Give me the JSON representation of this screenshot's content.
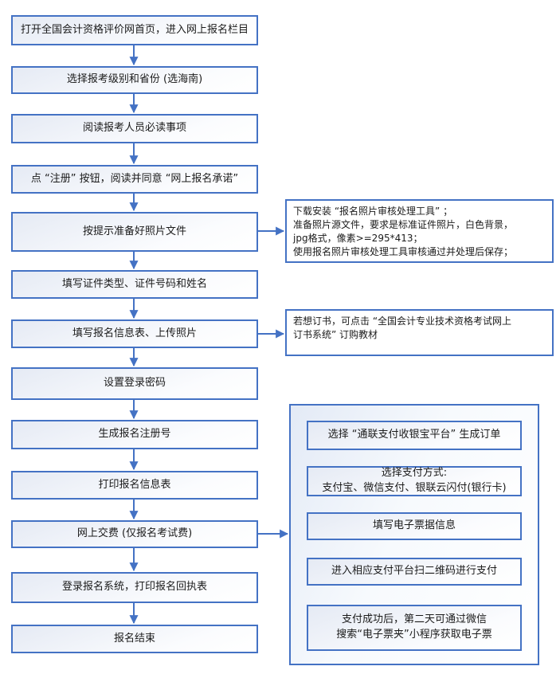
{
  "diagram": {
    "main_flow": [
      "打开全国会计资格评价网首页，进入网上报名栏目",
      "选择报考级别和省份 (选海南)",
      "阅读报考人员必读事项",
      "点 “注册” 按钮，阅读并同意 “网上报名承诺”",
      "按提示准备好照片文件",
      "填写证件类型、证件号码和姓名",
      "填写报名信息表、上传照片",
      "设置登录密码",
      "生成报名注册号",
      "打印报名信息表",
      "网上交费 (仅报名考试费)",
      "登录报名系统，打印报名回执表",
      "报名结束"
    ],
    "notes": [
      "下载安装 “报名照片审核处理工具” ；\n准备照片源文件，要求是标准证件照片，白色背景，\njpg格式，像素>=295*413；\n使用报名照片审核处理工具审核通过并处理后保存；",
      "若想订书，可点击 “全国会计专业技术资格考试网上\n订书系统” 订购教材"
    ],
    "payment_flow": [
      "选择 “通联支付收银宝平台” 生成订单",
      "选择支付方式:\n支付宝、微信支付、银联云闪付(银行卡)",
      "填写电子票据信息",
      "进入相应支付平台扫二维码进行支付",
      "支付成功后，第二天可通过微信\n搜索“电子票夹”小程序获取电子票"
    ],
    "colors": {
      "border_blue": "#4472c4",
      "arrow_blue": "#4472c4",
      "box_fill_top": "#e5eaf4",
      "box_fill_bottom": "#ffffff",
      "panel_fill": "#e3eaf6",
      "text": "#1b1b1b"
    }
  }
}
